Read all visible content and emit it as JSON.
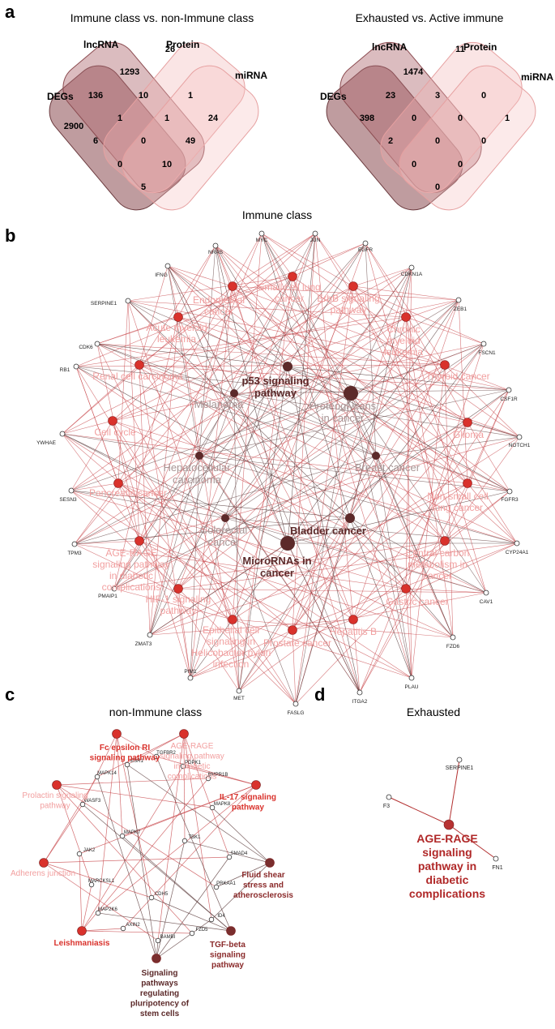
{
  "panel_labels": {
    "a": "a",
    "b": "b",
    "c": "c",
    "d": "d"
  },
  "panel_a": {
    "left": {
      "title": "Immune class vs. non-Immune class",
      "sets": {
        "degs": "DEGs",
        "lncrna": "lncRNA",
        "protein": "Protein",
        "mirna": "miRNA"
      },
      "counts": {
        "protein_only": "26",
        "lnc_only": "1293",
        "lnc_degs": "136",
        "lnc_prot": "10",
        "prot_mirna": "1",
        "mirna_only": "24",
        "degs_only": "2900",
        "lnc_degs_prot": "1",
        "lnc_prot_mirna": "1",
        "prot_mirna_degs": "49",
        "degs_mirna": "6",
        "all_four": "0",
        "lnc_degs_mirna": "0",
        "lnc_mirna_x": "10",
        "bottom": "5"
      }
    },
    "right": {
      "title": "Exhausted vs. Active immune",
      "sets": {
        "degs": "DEGs",
        "lncrna": "lncRNA",
        "protein": "Protein",
        "mirna": "miRNA"
      },
      "counts": {
        "protein_only": "11",
        "lnc_only": "1474",
        "lnc_degs": "23",
        "lnc_prot": "3",
        "prot_mirna": "0",
        "mirna_only": "1",
        "degs_only": "398",
        "lnc_degs_prot": "0",
        "lnc_prot_mirna": "0",
        "prot_mirna_degs": "0",
        "degs_mirna": "2",
        "all_four": "0",
        "lnc_degs_mirna": "0",
        "lnc_mirna_x": "0",
        "bottom": "0"
      }
    }
  },
  "panel_b": {
    "title": "Immune class",
    "genes": [
      "NRAS",
      "MYC",
      "JUN",
      "EGFR",
      "CDKN1A",
      "IFNG",
      "SERPINE1",
      "ZEB1",
      "CDK6",
      "FSCN1",
      "CSF1R",
      "RB1",
      "YWHAE",
      "NOTCH1",
      "SESN3",
      "FGFR3",
      "TPM3",
      "CYP24A1",
      "PMAIP1",
      "CAV1",
      "ZMAT3",
      "FZD6",
      "PIM1",
      "MET",
      "FASLG",
      "ITGA2",
      "PLAU"
    ],
    "pathways_light": [
      "Endometrial cancer",
      "Small cell lung cancer",
      "ErbB signaling pathway",
      "Acute myeloid leukemia",
      "Chronic myeloid leukemia",
      "Renal cell carcinoma",
      "Thyroid cancer",
      "Cell cycle",
      "Glioma",
      "Pancreatic cancer",
      "Non-small cell lung cancer",
      "AGE-RAGE signaling pathway in diabetic complications",
      "HIF-1 signaling pathway",
      "Central carbon metabolism in cancer",
      "Gastric cancer",
      "Hepatitis B",
      "Epithelial cell signaling in Helicobacter pylori infection",
      "Prostate cancer"
    ],
    "pathways_gray": [
      "Melanoma",
      "Proteoglycans in cancer",
      "Hepatocellular carcinoma",
      "Breast cancer",
      "Colorectal cancer"
    ],
    "pathways_dark": [
      "p53 signaling pathway",
      "Bladder cancer",
      "MicroRNAs in cancer"
    ]
  },
  "panel_c": {
    "title": "non-Immune class",
    "genes": [
      "TGFBR2",
      "ESR1",
      "PDPK1",
      "MAPK14",
      "BMPR1B",
      "WASF3",
      "MAPK8",
      "MAPK7",
      "TBK1",
      "JAK2",
      "SMAD4",
      "MARCKSL1",
      "CDH5",
      "PRKAA1",
      "MAP2K6",
      "ID4",
      "AXIN2",
      "BAMBI",
      "FZD5"
    ],
    "pathways": [
      "Fc epsilon RI signaling pathway",
      "AGE-RAGE signaling pathway in diabetic complications",
      "Prolactin signaling pathway",
      "IL-17 signaling pathway",
      "Adherens junction",
      "Fluid shear stress and atherosclerosis",
      "Leishmaniasis",
      "TGF-beta signaling pathway",
      "Signaling pathways regulating pluripotency of stem cells"
    ]
  },
  "panel_d": {
    "title": "Exhausted",
    "genes": [
      "SERPINE1",
      "F3",
      "FN1"
    ],
    "pathway": "AGE-RAGE signaling pathway in diabetic complications"
  },
  "colors": {
    "dark": "#5c2a2a",
    "red": "#d9322c",
    "light_label": "#f2a0a0",
    "gray_label": "#a89595"
  }
}
